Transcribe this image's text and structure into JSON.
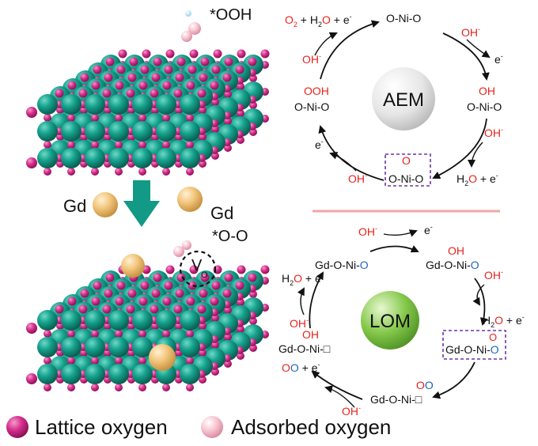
{
  "colors": {
    "teal": "#129a86",
    "magenta": "#d62f8d",
    "pink_adsorbed": "#f7c3cf",
    "gd": "#f2c67d",
    "aem_sphere": "#e6e6e6",
    "lom_sphere": "#7fc63e",
    "red": "#e8231d",
    "blue": "#1f63c8",
    "divider": "#f2a5a5",
    "box": "#6a35a5"
  },
  "top_crystal": {
    "species_label": "*OOH"
  },
  "bottom_crystal": {
    "species_label": "*O-O",
    "vacancy_label": "V",
    "vacancy_sub": "O"
  },
  "gd_labels": {
    "left": "Gd",
    "right": "Gd"
  },
  "aem": {
    "title": "AEM",
    "top": "O-Ni-O",
    "o2_release": {
      "o2": "O",
      "o2_sub": "2",
      "plus1": " + H",
      "h2_sub": "2",
      "o": "O",
      "tail": " + e"
    },
    "oh_in_top_right": "OH",
    "e_out_right": "e",
    "right_oh": "OH",
    "right_nio": "O-Ni-O",
    "oh_in_right": "OH",
    "h2o_out": {
      "h": "H",
      "sub": "2",
      "o": "O",
      "tail": " + e"
    },
    "bottom_o": "O",
    "bottom_nio": "O-Ni-O",
    "oh_in_bottom_left": "OH",
    "e_out_left": "e",
    "left_ooh": "OOH",
    "left_nio": "O-Ni-O",
    "oh_in_left": "OH"
  },
  "lom": {
    "title": "LOM",
    "oh_in_top": "OH",
    "e_out_top": "e",
    "top_left": {
      "a": "Gd-O-Ni-",
      "b": "O"
    },
    "top_right_oh": "OH",
    "top_right": {
      "a": "Gd-O-Ni-",
      "b": "O"
    },
    "oh_in_right": "OH",
    "h2o_out_right": {
      "h": "H",
      "sub": "2",
      "o": "O",
      "tail": " + e"
    },
    "right_top_o": "O",
    "right": {
      "a": "Gd-O-Ni-",
      "b": "O"
    },
    "bottom_oo": {
      "o1": "O",
      "o2": "O"
    },
    "bottom": {
      "a": "Gd-O-Ni-",
      "b": "□"
    },
    "oh_in_bottom": "OH",
    "oo_release": {
      "o1": "O",
      "o2": "O",
      "tail": " + e"
    },
    "left_oh": "OH",
    "left": {
      "a": "Gd-O-Ni-",
      "b": "□"
    },
    "oh_in_left": "OH",
    "h2o_out_left": {
      "h": "H",
      "sub": "2",
      "o": "O",
      "tail": " + e"
    }
  },
  "legend": {
    "lattice": "Lattice oxygen",
    "adsorbed": "Adsorbed  oxygen"
  }
}
